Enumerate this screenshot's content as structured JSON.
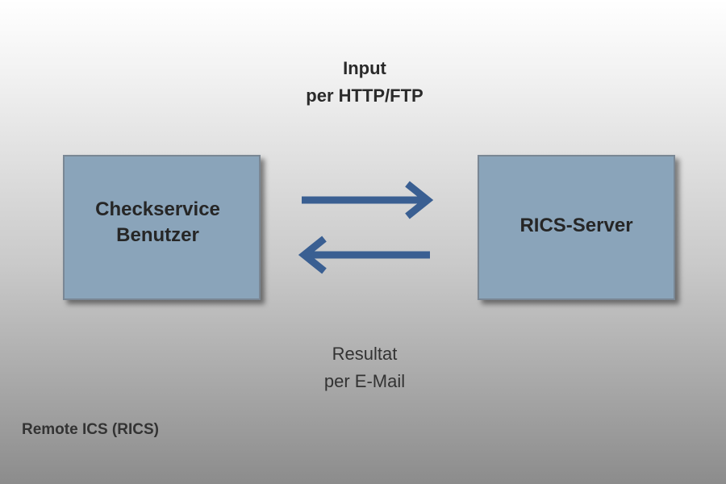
{
  "input_label": {
    "line1": "Input",
    "line2": "per HTTP/FTP"
  },
  "user_box": {
    "line1": "Checkservice",
    "line2": "Benutzer"
  },
  "server_box": {
    "label": "RICS-Server"
  },
  "result_label": {
    "line1": "Resultat",
    "line2": "per E-Mail"
  },
  "caption": "Remote ICS (RICS)",
  "colors": {
    "box_fill": "#8aa4ba",
    "arrow": "#3a5f92"
  },
  "arrows": [
    {
      "from": "Checkservice Benutzer",
      "to": "RICS-Server",
      "direction": "right"
    },
    {
      "from": "RICS-Server",
      "to": "Checkservice Benutzer",
      "direction": "left"
    }
  ]
}
